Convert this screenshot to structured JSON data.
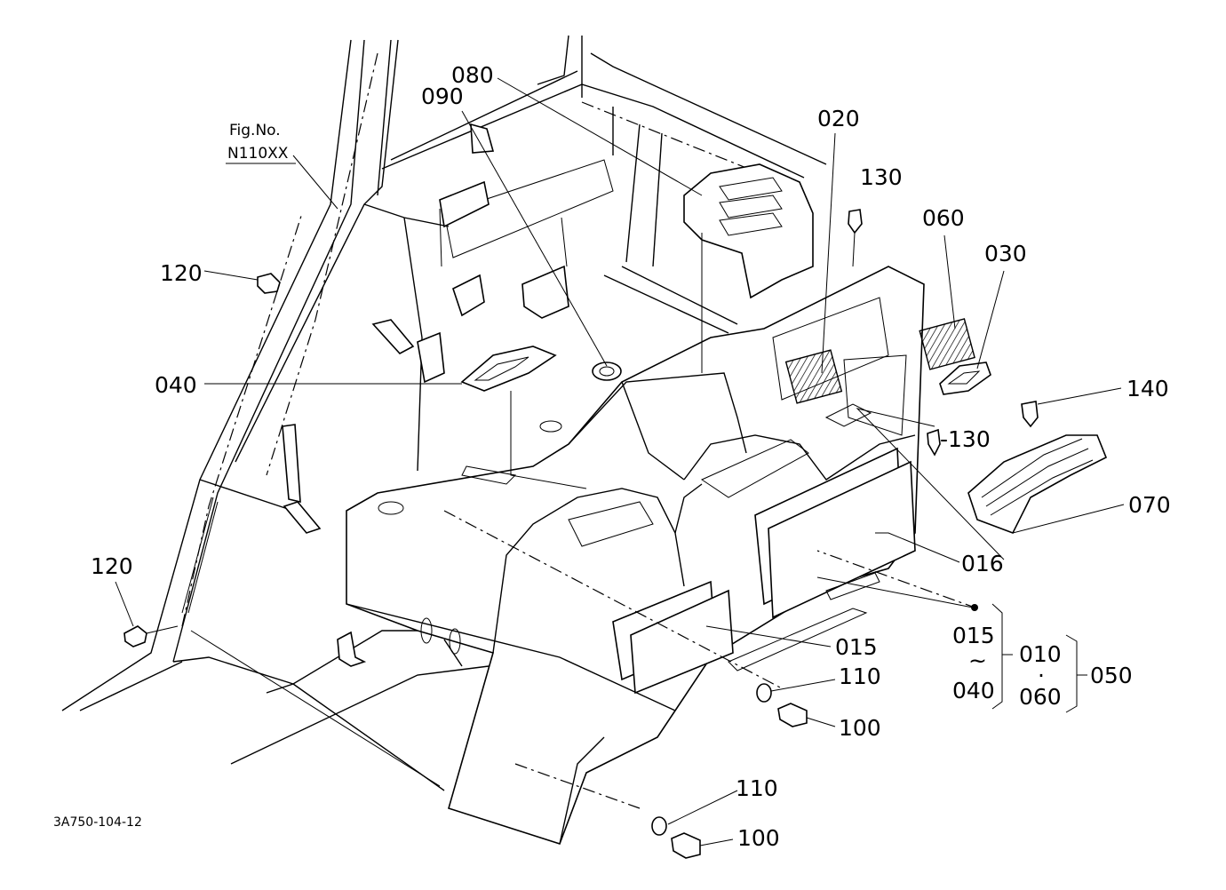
{
  "figure_ref": {
    "line1": "Fig.No.",
    "line2": "N110XX"
  },
  "drawing_code": "3A750-104-12",
  "callouts": {
    "p080": "080",
    "p090": "090",
    "p020": "020",
    "p130a": "130",
    "p060": "060",
    "p030": "030",
    "p120a": "120",
    "p040": "040",
    "p140": "140",
    "p130b": "-130",
    "p070": "070",
    "p016": "016",
    "p120b": "120",
    "p015": "015",
    "p110a": "110",
    "p100a": "100",
    "p110b": "110",
    "p100b": "100"
  },
  "legend": {
    "range_start": "015",
    "tilde": "~",
    "range_end": "040",
    "set_a": "010",
    "dot": "·",
    "set_b": "060",
    "assembly": "050"
  }
}
